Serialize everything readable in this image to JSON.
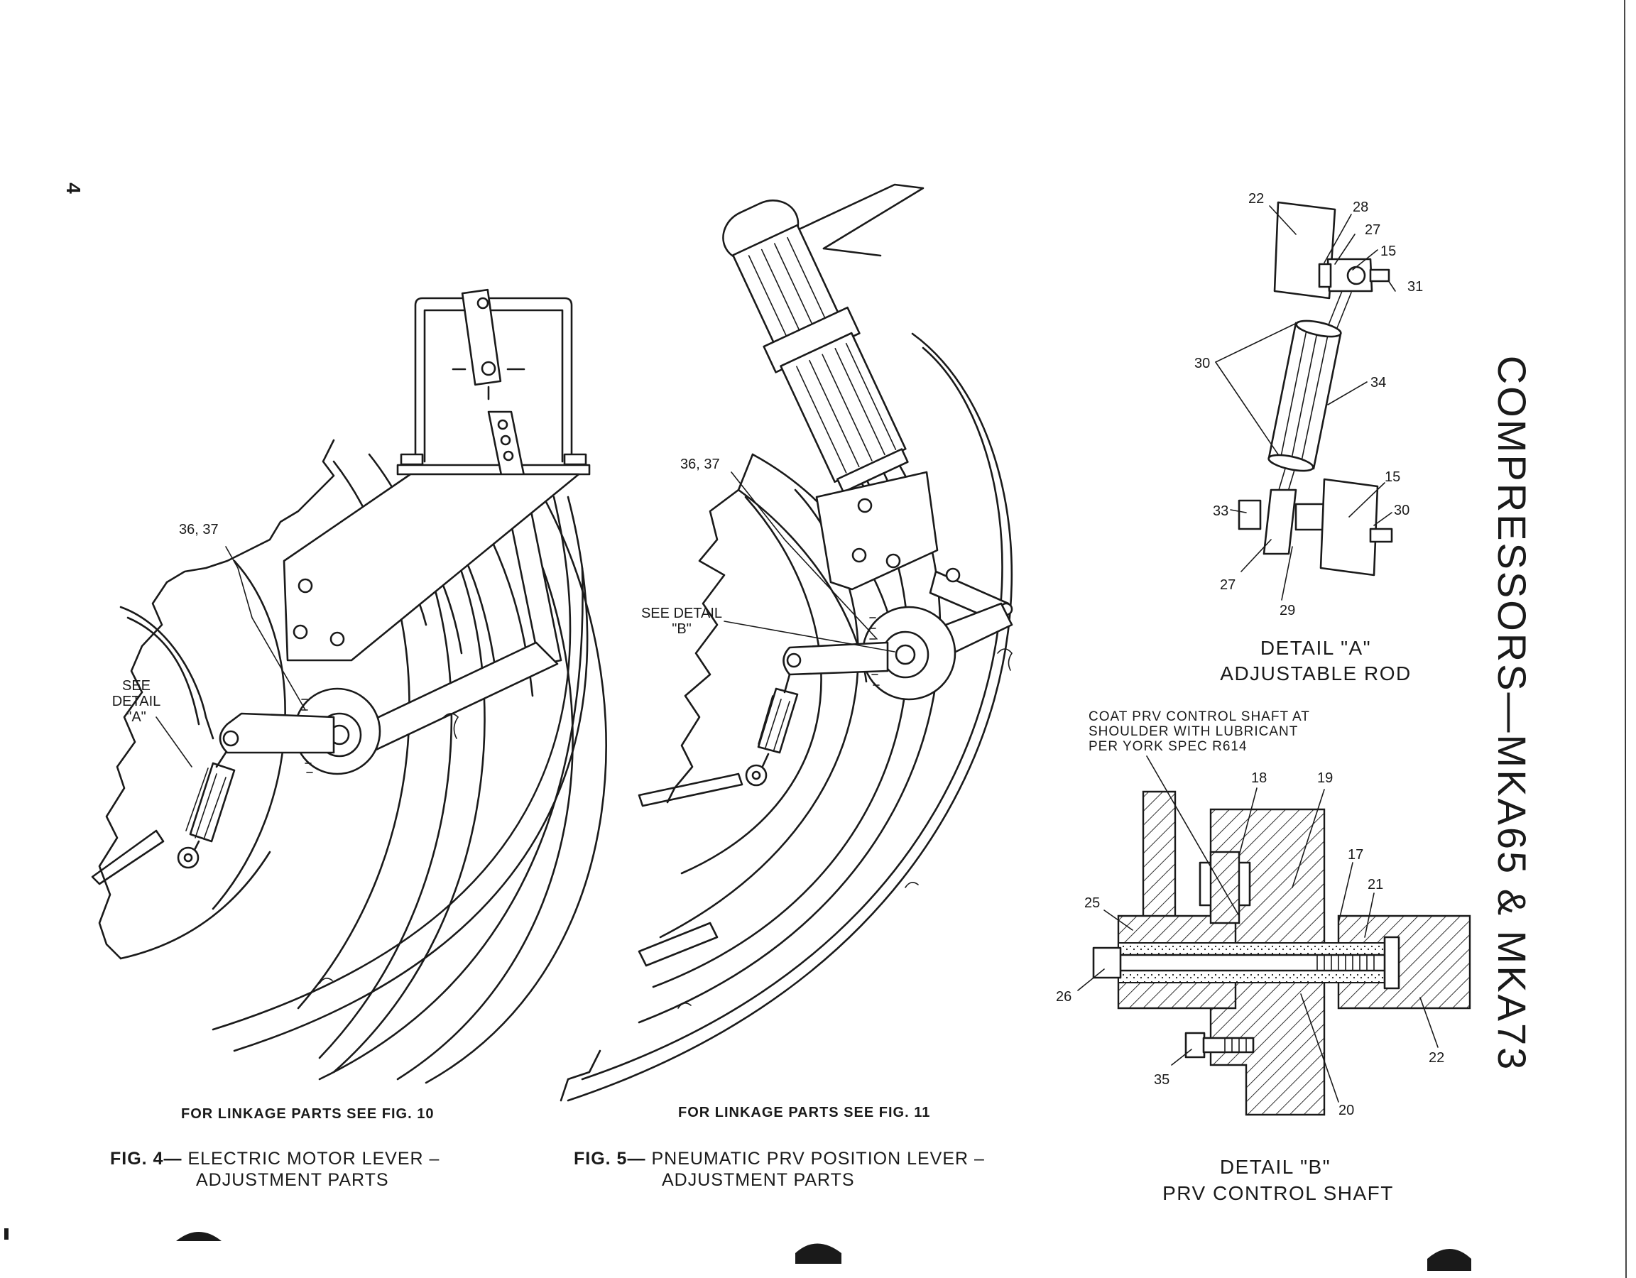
{
  "page_number": "4",
  "side_title": "COMPRESSORS—MKA65 & MKA73",
  "figure_4": {
    "number": "FIG. 4—",
    "caption_line1": "ELECTRIC MOTOR LEVER –",
    "caption_line2": "ADJUSTMENT PARTS",
    "note": "FOR LINKAGE PARTS SEE FIG. 10",
    "callout_36_37": "36, 37",
    "see_detail_1": "SEE",
    "see_detail_2": "DETAIL",
    "see_detail_3": "\"A\""
  },
  "figure_5": {
    "number": "FIG. 5—",
    "caption_line1": "PNEUMATIC PRV POSITION LEVER –",
    "caption_line2": "ADJUSTMENT PARTS",
    "note": "FOR LINKAGE PARTS SEE FIG. 11",
    "callout_36_37": "36, 37",
    "see_detail_1": "SEE DETAIL",
    "see_detail_2": "\"B\""
  },
  "detail_a": {
    "title": "DETAIL \"A\"",
    "subtitle": "ADJUSTABLE ROD",
    "callouts": {
      "c22": "22",
      "c28": "28",
      "c27_top": "27",
      "c15_top": "15",
      "c31": "31",
      "c30_left": "30",
      "c34": "34",
      "c15_right": "15",
      "c30_right": "30",
      "c33": "33",
      "c27_bottom": "27",
      "c29": "29"
    }
  },
  "detail_b": {
    "title": "DETAIL \"B\"",
    "subtitle": "PRV CONTROL SHAFT",
    "note_line1": "COAT PRV CONTROL SHAFT AT",
    "note_line2": "SHOULDER WITH LUBRICANT",
    "note_line3": "PER YORK SPEC R614",
    "callouts": {
      "c18": "18",
      "c19": "19",
      "c17": "17",
      "c21": "21",
      "c25": "25",
      "c26": "26",
      "c22": "22",
      "c35": "35",
      "c20": "20"
    }
  }
}
